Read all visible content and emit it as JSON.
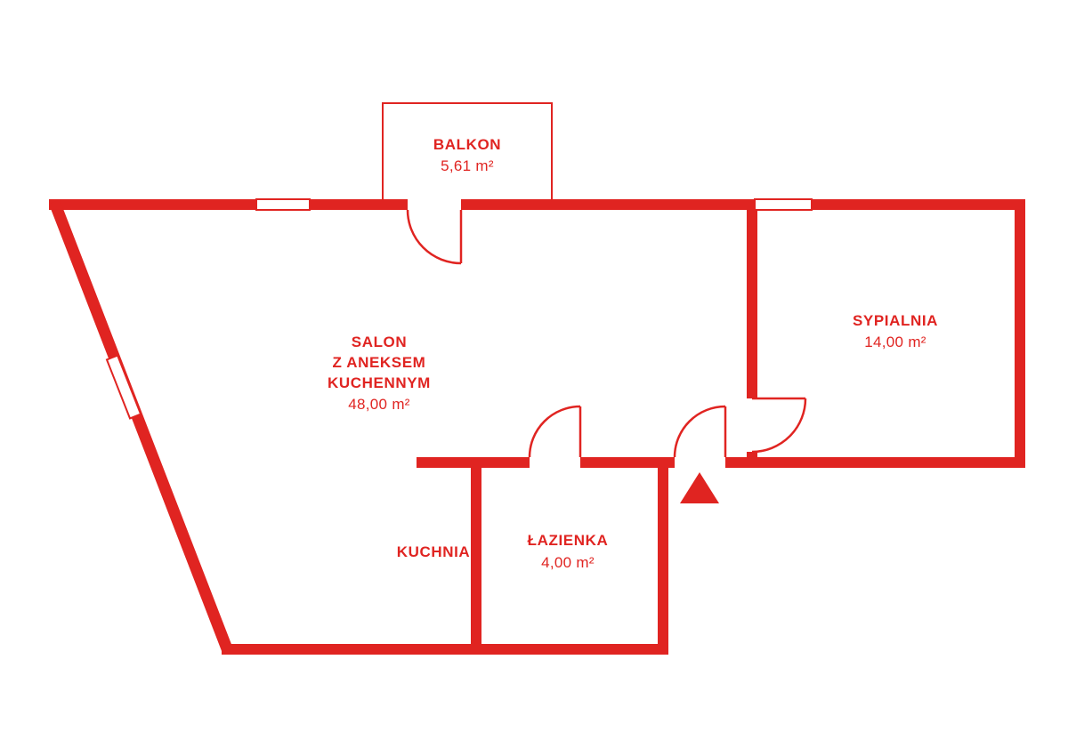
{
  "colors": {
    "accent": "#e02421",
    "background": "#ffffff"
  },
  "rooms": {
    "balkon": {
      "name": "BALKON",
      "area": "5,61 m²"
    },
    "salon": {
      "name_line1": "SALON",
      "name_line2": "Z ANEKSEM",
      "name_line3": "KUCHENNYM",
      "area": "48,00 m²"
    },
    "sypialnia": {
      "name": "SYPIALNIA",
      "area": "14,00 m²"
    },
    "kuchnia": {
      "name": "KUCHNIA"
    },
    "lazienka": {
      "name": "ŁAZIENKA",
      "area": "4,00 m²"
    }
  }
}
